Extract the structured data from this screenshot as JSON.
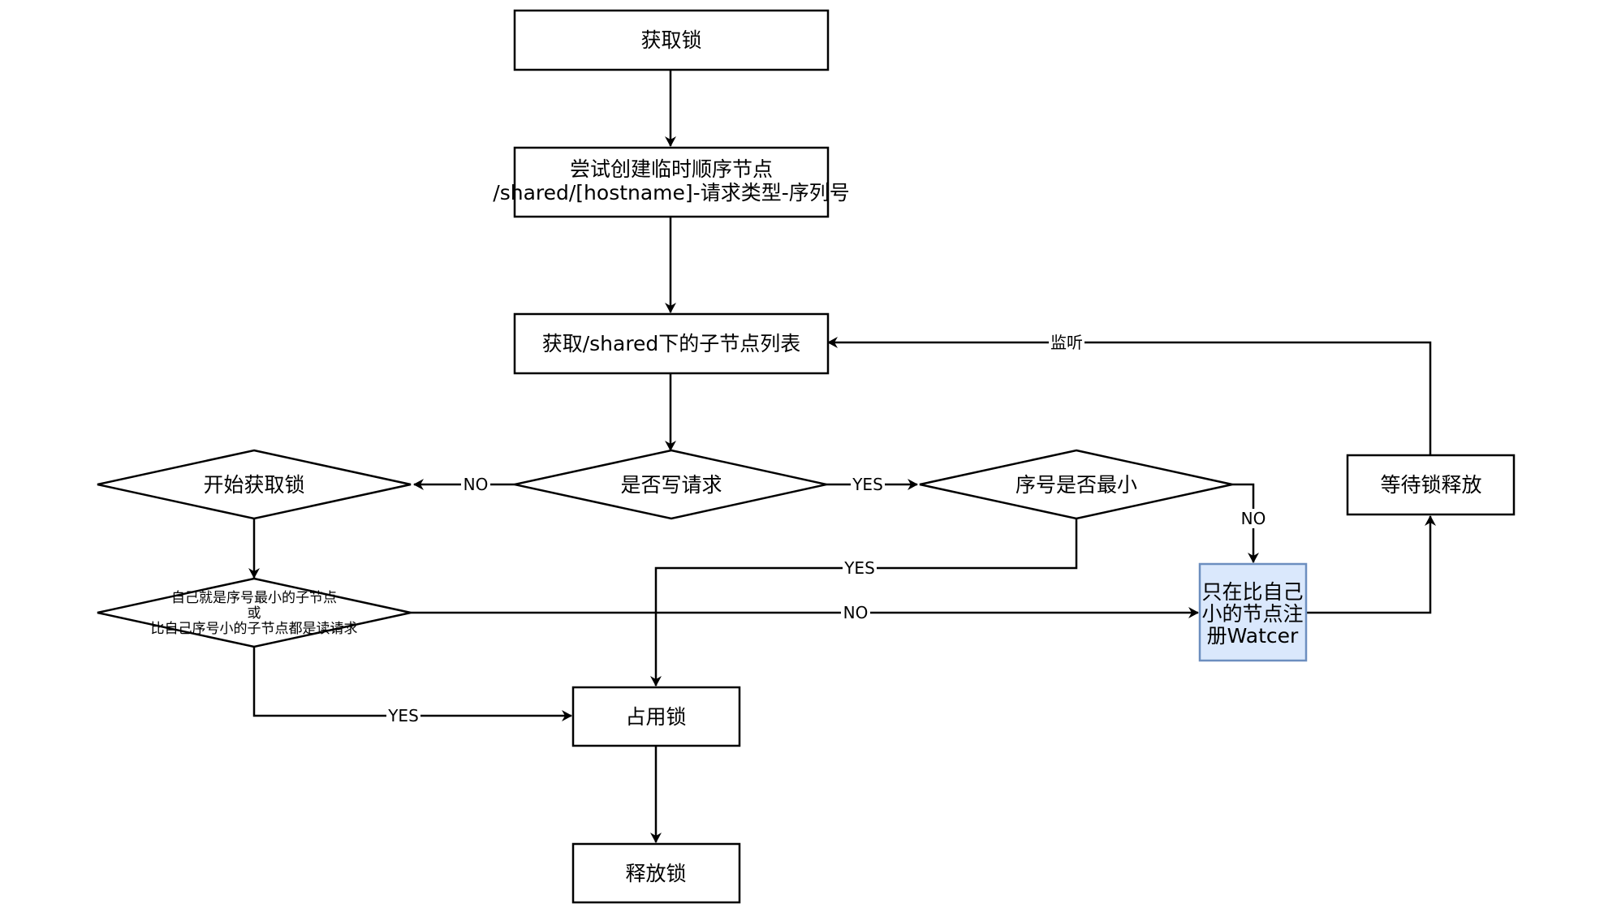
{
  "nodes": {
    "acquire_lock": "获取锁",
    "create_node": [
      "尝试创建临时顺序节点",
      "/shared/[hostname]-请求类型-序列号"
    ],
    "get_children": "获取/shared下的子节点列表",
    "is_write": "是否写请求",
    "start_acquire": "开始获取锁",
    "seq_smallest": "序号是否最小",
    "wait_release": "等待锁释放",
    "self_smallest_or_reads": [
      "自己就是序号最小的子节点",
      "或",
      "比自己序号小的子节点都是读请求"
    ],
    "register_watcher": [
      "只在比自己",
      "小的节点注",
      "册Watcer"
    ],
    "occupy_lock": "占用锁",
    "release_lock": "释放锁"
  },
  "edges": {
    "listen": "监听",
    "write_no": "NO",
    "write_yes": "YES",
    "seq_no": "NO",
    "seq_yes": "YES",
    "reads_no": "NO",
    "reads_yes": "YES"
  },
  "colors": {
    "stroke": "#000000",
    "highlight_fill": "#dae8fc",
    "highlight_stroke": "#6c8ebf"
  }
}
